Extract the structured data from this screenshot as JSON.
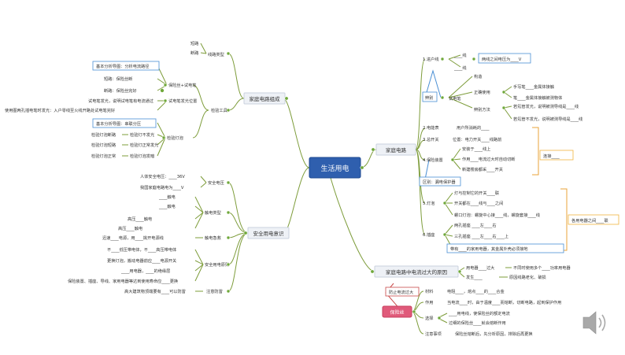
{
  "central": "生活用电",
  "branches": {
    "home_circuit": "家庭电路",
    "home_circuit_composition": "家庭电路组成",
    "safety": "安全用电意识",
    "overcurrent": "家庭电路中电流过大的原因"
  },
  "home_circuit": {
    "entry_line": "1.进户线",
    "entry_sub1": "____线",
    "entry_sub2": "____线",
    "entry_box": "两线之间电压为____V",
    "identify": "辨别",
    "tester": "试电笔",
    "tester_struct": "构造",
    "tester_usage": "正确使用",
    "tester_usage_a": "手写笔____金属体接触",
    "tester_usage_b": "笔____金属体接触被测物体",
    "tester_result": "辨别方法",
    "tester_result_a": "若氖管发光，说明被测导线是____线",
    "tester_result_b": "若氖管不发光，说明被测导线是____线",
    "meter": "2.电能表",
    "meter_desc": "用户所消耗的____",
    "switch_main": "3.总开关",
    "switch_main_desc": "位置：电力开关____线路前",
    "fuse": "4.保险装置",
    "fuse_a": "安装于____线上",
    "fuse_b": "作用____电流过大时自动切断",
    "fuse_c": "新建楼房都采____开关",
    "fuse_note": "区别：漏电保护器",
    "lamp": "5.灯泡",
    "lamp_a": "灯与控制它的开关____联",
    "lamp_b": "开关都在____线与____之间",
    "lamp_c": "螺口灯泡：螺旋中心接____线，螺旋套接____线",
    "socket": "6.插座",
    "socket_a": "两孔插座  ____左____右",
    "socket_b": "三孔插座  ____左____右____上",
    "socket_c": "带有____的家用电器，其金属外壳必须接地",
    "side_box": "连接____",
    "side_box2": "各用电器之间____联"
  },
  "composition": {
    "type": "家庭电路",
    "type_a": "短路",
    "type_b": "断路",
    "type_label": "线路类型",
    "inspect": "检验工具",
    "fuse_label": "保险丝+试电笔",
    "fuse_box": "基本分析导图：分析电流路径",
    "fuse_a": "短路：保险丝断",
    "fuse_b": "断路：保险丝完好",
    "tester_pos": "试电笔发光位置",
    "tester_note": "试电笔发光，说明试电笔有电流通过",
    "tester_note2": "使用图两孔插电笔时发光：入户零线至火线开路处试电笔完好",
    "test_lamp": "检验灯泡",
    "test_box": "基本分析导图：串联分压",
    "test_a": "检验灯泡断路",
    "test_a2": "检验灯不发光",
    "test_b": "检验灯泡短路",
    "test_b2": "检验灯正常发光",
    "test_c": "检验灯泡正常",
    "test_c2": "检验灯泡发暗"
  },
  "safety": {
    "voltage": "安全电压",
    "voltage_a": "人体安全电压：____36V",
    "voltage_b": "我国家庭电路电为____V",
    "shock_type": "触电类型",
    "shock_a": "____触电",
    "shock_b": "____触电",
    "shock_c": "高压____触电",
    "shock_d": "高压____触电",
    "rescue": "触电急救",
    "rescue_a": "迅速____电源，用____挑开电源线",
    "principle": "安全用电原则",
    "principle_a": "不____低压带电体，不____高压带电体",
    "principle_b": "更换灯泡，搬动电器前应____电源开关",
    "principle_c": "____用电器，____的绝缘层",
    "principle_d": "保险装置、插座、导线、家用电器等达到使用寿命应____更换",
    "warning": "注意防雷",
    "warning_a": "高大建筑物顶端要有____可以防雷"
  },
  "overcurrent": {
    "a": "用电器____过大",
    "a2": "不同时使用多个____功率用电器",
    "b": "发生____",
    "b2": "原因线路老化、破损"
  },
  "fuse_wire": {
    "root": "保险丝",
    "why": "防止电流过大",
    "material": "材料",
    "material_a": "电阻____，熔点____的____合金",
    "function": "作用",
    "function_a": "当电流____时，由于温度____而熔断，切断电路，起到保护作用",
    "select": "选择",
    "select_a": "____用电线，使保险丝的额定电流",
    "select_b": "过细的保险丝____就会熔断作用",
    "notes": "注意事项",
    "notes_a": "保险丝熔断后，先分析原因，排除后再更换"
  },
  "speaker_icon": "speaker-icon"
}
